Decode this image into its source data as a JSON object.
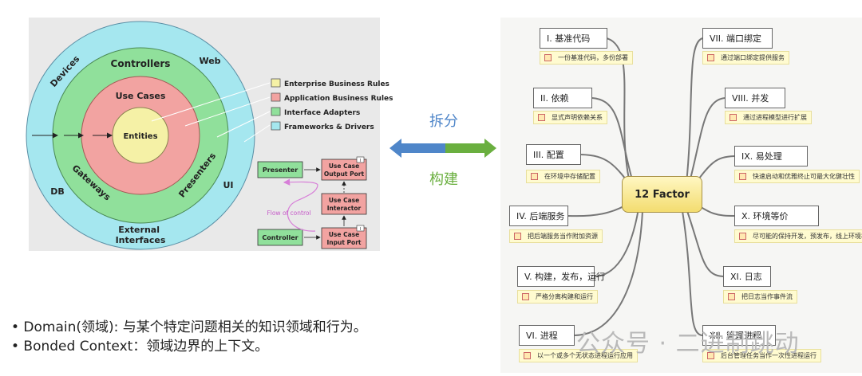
{
  "clean_arch": {
    "layers": [
      "Entities",
      "Use Cases",
      "Controllers",
      "Gateways",
      "Presenters",
      "Devices",
      "Web",
      "DB",
      "UI",
      "External Interfaces"
    ],
    "legend": [
      {
        "label": "Enterprise Business Rules",
        "color": "#f5f1a6"
      },
      {
        "label": "Application Business Rules",
        "color": "#f2a3a1"
      },
      {
        "label": "Interface Adapters",
        "color": "#90e09b"
      },
      {
        "label": "Frameworks & Drivers",
        "color": "#a5e7ef"
      }
    ],
    "flow": {
      "presenter": "Presenter",
      "controller": "Controller",
      "output_port": [
        "Use Case",
        "Output Port"
      ],
      "interactor": [
        "Use Case",
        "Interactor"
      ],
      "input_port": [
        "Use Case",
        "Input Port"
      ],
      "flow_label": "Flow of control",
      "corner_mark": "I"
    }
  },
  "middle": {
    "split_label": "拆分",
    "build_label": "构建"
  },
  "mindmap": {
    "center": "12 Factor",
    "left": [
      {
        "title": "I. 基准代码",
        "note": "一份基准代码，多份部署"
      },
      {
        "title": "II. 依赖",
        "note": "显式声明依赖关系"
      },
      {
        "title": "III. 配置",
        "note": "在环境中存储配置"
      },
      {
        "title": "IV. 后端服务",
        "note": "把后端服务当作附加资源"
      },
      {
        "title": "V. 构建，发布，运行",
        "note": "严格分离构建和运行"
      },
      {
        "title": "VI. 进程",
        "note": "以一个或多个无状态进程运行应用"
      }
    ],
    "right": [
      {
        "title": "VII. 端口绑定",
        "note": "通过端口绑定提供服务"
      },
      {
        "title": "VIII. 并发",
        "note": "通过进程模型进行扩展"
      },
      {
        "title": "IX. 易处理",
        "note": "快速启动和优雅终止可最大化健壮性"
      },
      {
        "title": "X. 环境等价",
        "note": "尽可能的保持开发，预发布，线上环境相同"
      },
      {
        "title": "XI. 日志",
        "note": "把日志当作事件流"
      },
      {
        "title": "XII. 管理进程",
        "note": "后台管理任务当作一次性进程运行"
      }
    ]
  },
  "bullets": [
    "• Domain(领域): 与某个特定问题相关的知识领域和行为。",
    "• Bonded Context：领域边界的上下文。"
  ],
  "watermark": "公众号 · 二进制跳动",
  "colors": {
    "blue_arrow": "#4f86c9",
    "green_arrow": "#6aaf3f"
  }
}
